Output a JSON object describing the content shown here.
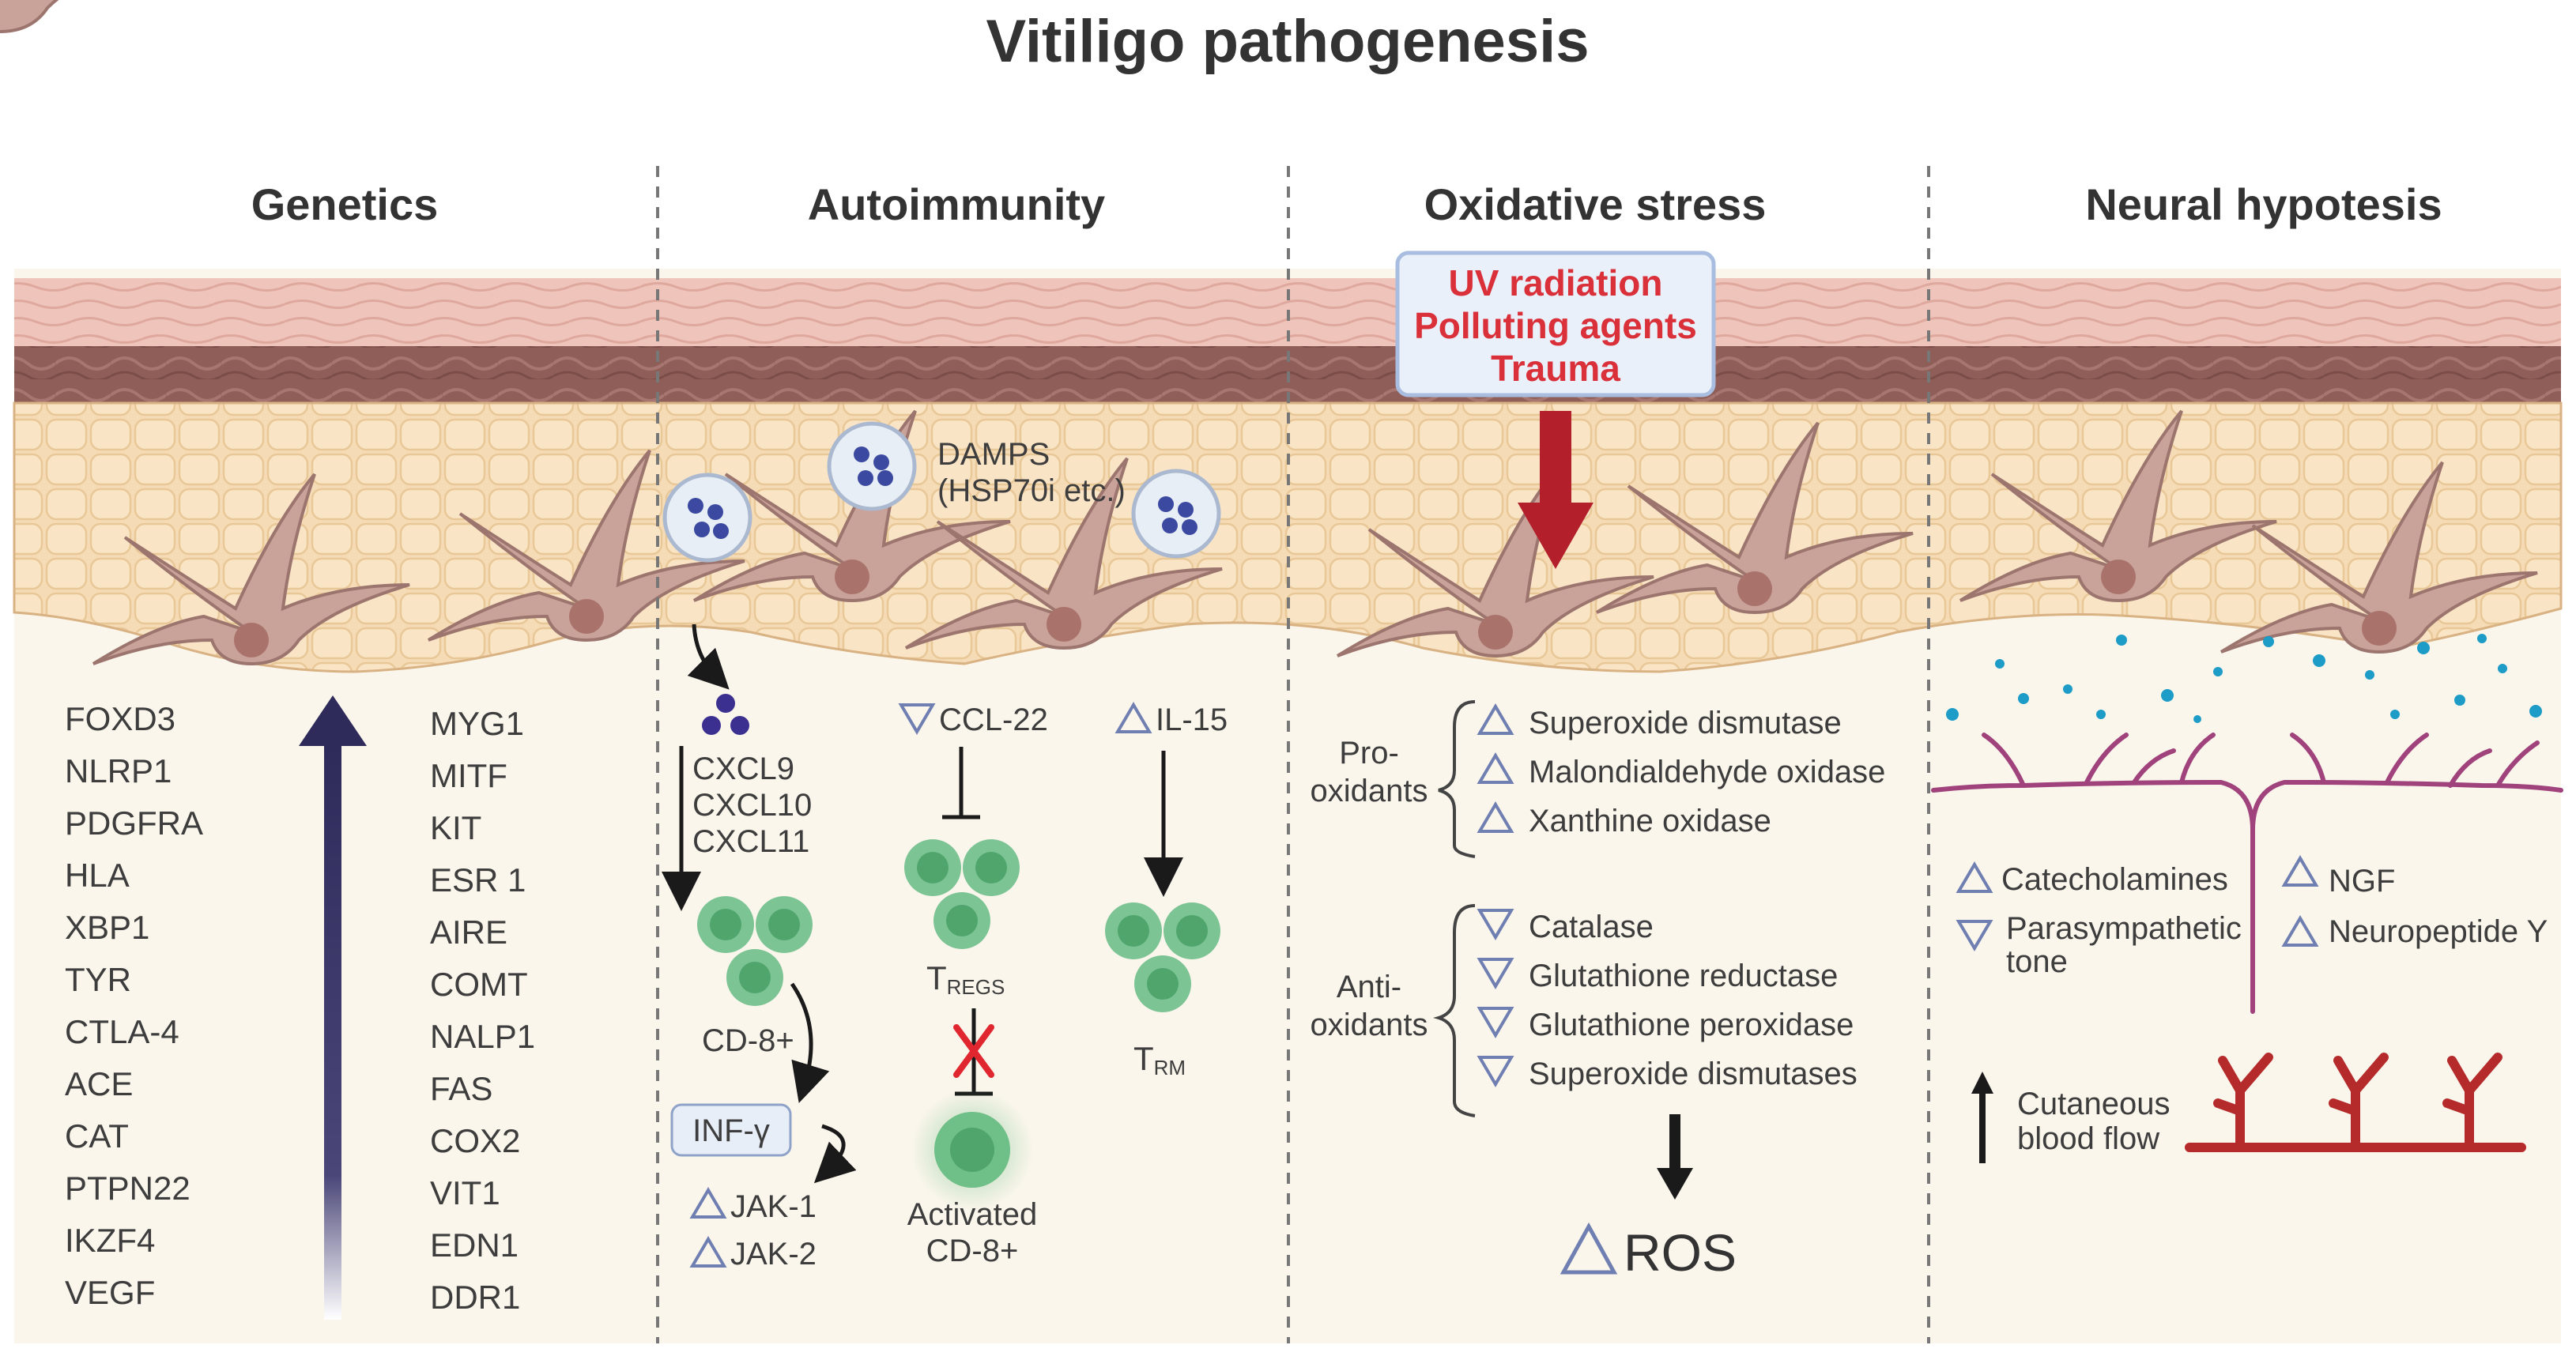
{
  "title": "Vitiligo pathogenesis",
  "columns": [
    {
      "label": "Genetics"
    },
    {
      "label": "Autoimmunity"
    },
    {
      "label": "Oxidative stress"
    },
    {
      "label": "Neural hypotesis"
    }
  ],
  "genetics": {
    "left": [
      "FOXD3",
      "NLRP1",
      "PDGFRA",
      "HLA",
      "XBP1",
      "TYR",
      "CTLA-4",
      "ACE",
      "CAT",
      "PTPN22",
      "IKZF4",
      "VEGF"
    ],
    "right": [
      "MYG1",
      "MITF",
      "KIT",
      "ESR 1",
      "AIRE",
      "COMT",
      "NALP1",
      "FAS",
      "COX2",
      "VIT1",
      "EDN1",
      "DDR1"
    ]
  },
  "autoimmunity": {
    "damps": [
      "DAMPS",
      "(HSP70i etc.)"
    ],
    "chemokines": [
      "CXCL9",
      "CXCL10",
      "CXCL11"
    ],
    "cd8": "CD-8+",
    "inf": "INF-γ",
    "jak1": "JAK-1",
    "jak2": "JAK-2",
    "ccl22": "CCL-22",
    "tregs": {
      "main": "T",
      "sub": "REGS"
    },
    "activated": [
      "Activated",
      "CD-8+"
    ],
    "il15": "IL-15",
    "trm": {
      "main": "T",
      "sub": "RM"
    }
  },
  "oxidative": {
    "box": [
      "UV radiation",
      "Polluting agents",
      "Trauma"
    ],
    "pro_label": [
      "Pro-",
      "oxidants"
    ],
    "pro_items": [
      "Superoxide dismutase",
      "Malondialdehyde oxidase",
      "Xanthine oxidase"
    ],
    "anti_label": [
      "Anti-",
      "oxidants"
    ],
    "anti_items": [
      "Catalase",
      "Glutathione reductase",
      "Glutathione peroxidase",
      "Superoxide dismutases"
    ],
    "ros": "ROS"
  },
  "neural": {
    "catecholamines": "Catecholamines",
    "para": [
      "Parasympathetic",
      "tone"
    ],
    "ngf": "NGF",
    "npy": "Neuropeptide Y",
    "blood": [
      "Cutaneous",
      "blood flow"
    ]
  },
  "colors": {
    "accent_red": "#d9303a",
    "arrow_red": "#b3202c",
    "dark_arrow": "#2e2a5a",
    "cell_green": "#5fb87c",
    "nerve": "#a0427c",
    "vessel": "#b52a2a",
    "dots": "#1c9cc6"
  }
}
